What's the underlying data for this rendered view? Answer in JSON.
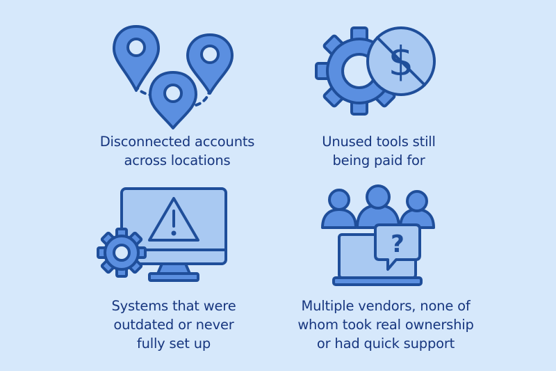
{
  "panels": [
    {
      "id": "locations",
      "icon": "map-pins-icon",
      "lines": [
        "Disconnected accounts",
        "across locations"
      ]
    },
    {
      "id": "unused-tools",
      "icon": "gear-no-dollar-icon",
      "lines": [
        "Unused tools still",
        "being paid for"
      ]
    },
    {
      "id": "systems",
      "icon": "monitor-warning-gear-icon",
      "lines": [
        "Systems that were",
        "outdated or never",
        "fully set up"
      ]
    },
    {
      "id": "vendors",
      "icon": "people-laptop-question-icon",
      "lines": [
        "Multiple vendors, none of",
        "whom took real ownership",
        "or had quick support"
      ]
    }
  ],
  "colors": {
    "background": "#d6e8fb",
    "text": "#16357e",
    "stroke": "#1f4e9a",
    "fill": "#5b8fe0",
    "fill_light": "#a9c9f2"
  }
}
